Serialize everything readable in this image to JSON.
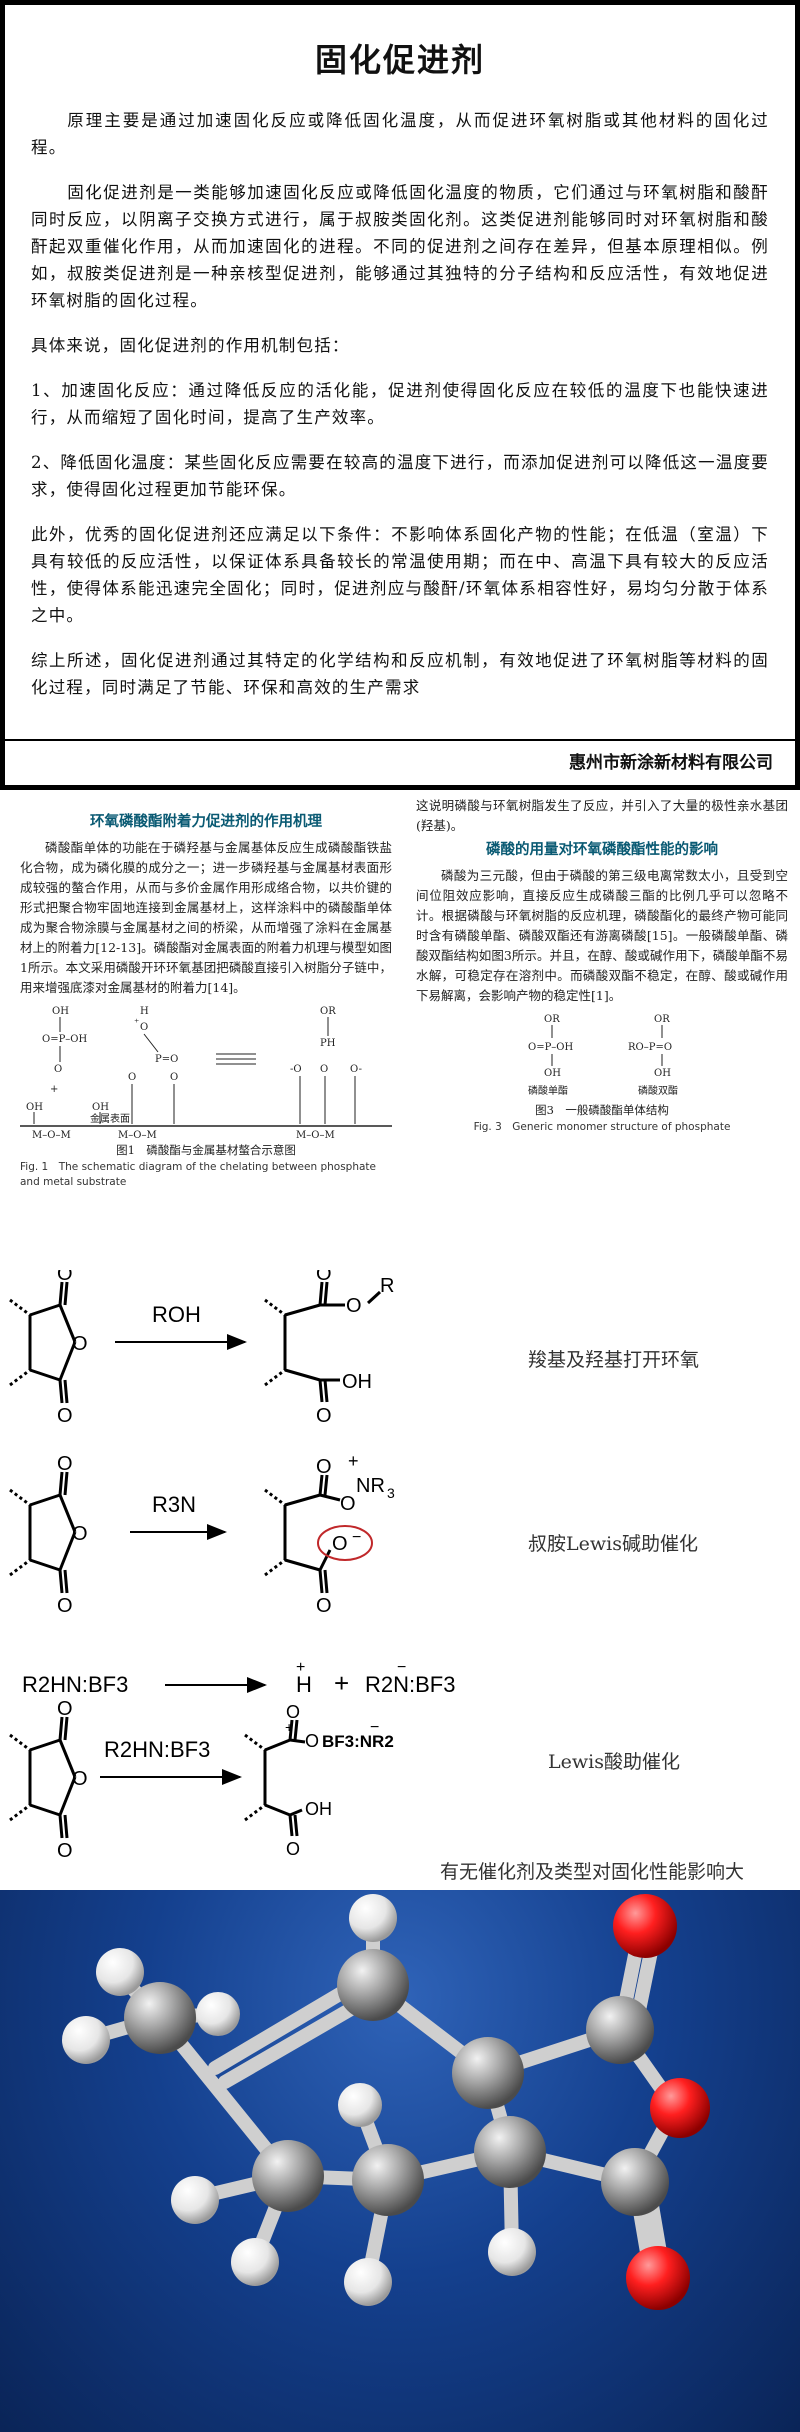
{
  "intro": {
    "title": "固化促进剂",
    "p1": "原理主要是通过加速固化反应或降低固化温度，从而促进环氧树脂或其他材料的固化过程。",
    "p2": "固化促进剂是一类能够加速固化反应或降低固化温度的物质，它们通过与环氧树脂和酸酐同时反应，以阴离子交换方式进行，属于叔胺类固化剂。这类促进剂能够同时对环氧树脂和酸酐起双重催化作用，从而加速固化的进程。不同的促进剂之间存在差异，但基本原理相似。例如，叔胺类促进剂是一种亲核型促进剂，能够通过其独特的分子结构和反应活性，有效地促进环氧树脂的固化过程。",
    "p3": "具体来说，固化促进剂的作用机制包括：",
    "p4": "1、加速固化反应：通过降低反应的活化能，促进剂使得固化反应在较低的温度下也能快速进行，从而缩短了固化时间，提高了生产效率。",
    "p5": "2、降低固化温度：某些固化反应需要在较高的温度下进行，而添加促进剂可以降低这一温度要求，使得固化过程更加节能环保。",
    "p6": "此外，优秀的固化促进剂还应满足以下条件：不影响体系固化产物的性能；在低温（室温）下具有较低的反应活性，以保证体系具备较长的常温使用期；而在中、高温下具有较大的反应活性，使得体系能迅速完全固化；同时，促进剂应与酸酐/环氧体系相容性好，易均匀分散于体系之中。",
    "p7": "综上所述，固化促进剂通过其特定的化学结构和反应机制，有效地促进了环氧树脂等材料的固化过程，同时满足了节能、环保和高效的生产需求",
    "company": "惠州市新涂新材料有限公司"
  },
  "paper": {
    "left_heading": "环氧磷酸酯附着力促进剂的作用机理",
    "left_para": "磷酸酯单体的功能在于磷羟基与金属基体反应生成磷酸酯铁盐化合物，成为磷化膜的成分之一；进一步磷羟基与金属基材表面形成较强的螯合作用，从而与多价金属作用形成络合物，以共价键的形式把聚合物牢固地连接到金属基材上，这样涂料中的磷酸酯单体成为聚合物涂膜与金属基材之间的桥梁，从而增强了涂料在金属基材上的附着力[12-13]。磷酸酯对金属表面的附着力机理与模型如图1所示。本文采用磷酸开环环氧基团把磷酸直接引入树脂分子链中，用来增强底漆对金属基材的附着力[14]。",
    "fig1_metal_label": "金属表面",
    "fig1_caption": "图1　磷酸酯与金属基材螯合示意图",
    "fig1_caption_en": "Fig. 1　The schematic diagram of the chelating between phosphate and metal substrate",
    "right_top": "这说明磷酸与环氧树脂发生了反应，并引入了大量的极性亲水基团(羟基)。",
    "right_heading": "磷酸的用量对环氧磷酸酯性能的影响",
    "right_para": "磷酸为三元酸，但由于磷酸的第三级电离常数太小，且受到空间位阻效应影响，直接反应生成磷酸三酯的比例几乎可以忽略不计。根据磷酸与环氧树脂的反应机理，磷酸酯化的最终产物可能同时含有磷酸单酯、磷酸双酯还有游离磷酸[15]。一般磷酸单酯、磷酸双酯结构如图3所示。并且，在醇、酸或碱作用下，磷酸单酯不易水解，可稳定存在溶剂中。而磷酸双酯不稳定，在醇、酸或碱作用下易解离，会影响产物的稳定性[1]。",
    "fig3_mono": "磷酸单酯",
    "fig3_di": "磷酸双酯",
    "fig3_caption": "图3　一般磷酸酯单体结构",
    "fig3_caption_en": "Fig. 3　Generic monomer structure of phosphate"
  },
  "reactions": {
    "r1_reagent": "ROH",
    "r1_label": "羧基及羟基打开环氧",
    "r2_reagent": "R3N",
    "r2_label": "叔胺Lewis碱助催化",
    "r3_left": "R2HN:BF3",
    "r3_right_h": "H",
    "r3_right": "R2N:BF3",
    "r4_reagent": "R2HN:BF3",
    "r4_product": "BF3:NR2",
    "r4_label": "Lewis酸助催化",
    "caption": "有无催化剂及类型对固化性能影响大"
  }
}
